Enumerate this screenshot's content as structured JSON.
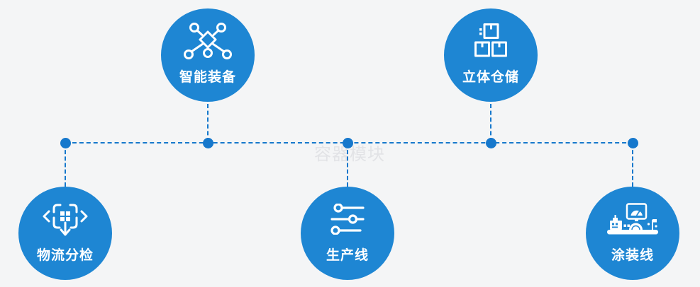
{
  "watermark": {
    "text": "容器模块"
  },
  "colors": {
    "background": "#f4f5f6",
    "node_circle_blue": "#1e86d3",
    "connector_blue": "#1678cc",
    "label_text": "#ffffff",
    "watermark_gray": "#e2e3e6"
  },
  "nodes": [
    {
      "label": "智能装备",
      "icon": "network-nodes-icon",
      "position": "top-left"
    },
    {
      "label": "立体仓储",
      "icon": "stacked-boxes-icon",
      "position": "top-right"
    },
    {
      "label": "物流分检",
      "icon": "sort-dispatch-icon",
      "position": "bottom-left"
    },
    {
      "label": "生产线",
      "icon": "sliders-icon",
      "position": "bottom-center"
    },
    {
      "label": "涂装线",
      "icon": "control-machine-icon",
      "position": "bottom-right"
    }
  ]
}
